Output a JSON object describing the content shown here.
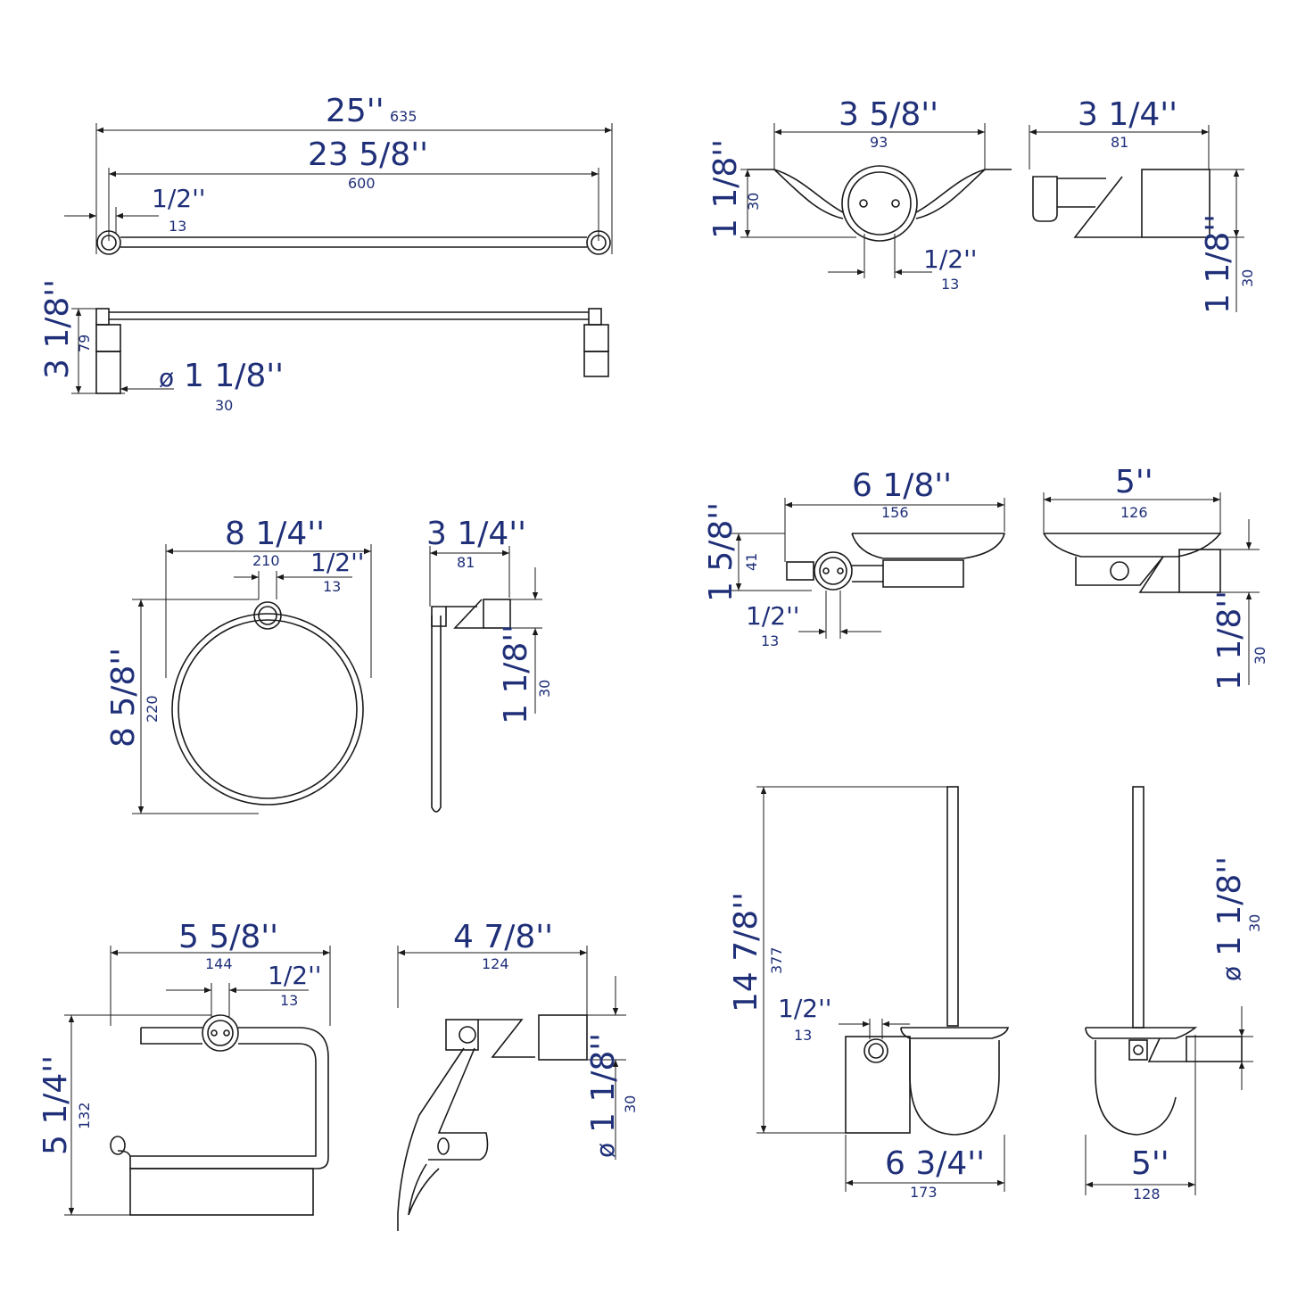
{
  "colors": {
    "dimension_text": "#1f2f78",
    "linework": "#1a1a1a",
    "background": "#ffffff"
  },
  "towel_bar": {
    "overall_in": "25''",
    "overall_mm": "635",
    "center_in": "23 5/8''",
    "center_mm": "600",
    "post_in": "1/2''",
    "post_mm": "13",
    "depth_in": "3 1/8''",
    "depth_mm": "79",
    "dia_symbol": "ø",
    "dia_in": "1 1/8''",
    "dia_mm": "30"
  },
  "robe_hook": {
    "width_in": "3 5/8''",
    "width_mm": "93",
    "height_in": "1 1/8''",
    "height_mm": "30",
    "post_in": "1/2''",
    "post_mm": "13",
    "depth_in": "3 1/4''",
    "depth_mm": "81",
    "side_h_in": "1 1/8''",
    "side_h_mm": "30"
  },
  "towel_ring": {
    "width_in": "8 1/4''",
    "ring_mm": "210",
    "post_in": "1/2''",
    "post_mm": "13",
    "height_in": "8 5/8''",
    "height_mm": "220",
    "depth_in": "3 1/4''",
    "depth_mm": "81",
    "side_h_in": "1 1/8''",
    "side_h_mm": "30"
  },
  "soap_dish": {
    "width_in": "6 1/8''",
    "width_mm": "156",
    "height_in": "1 5/8''",
    "height_mm": "41",
    "post_in": "1/2''",
    "post_mm": "13",
    "depth_in": "5''",
    "depth_mm": "126",
    "side_h_in": "1 1/8''",
    "side_h_mm": "30"
  },
  "paper_holder": {
    "width_in": "5 5/8''",
    "width_mm": "144",
    "post_in": "1/2''",
    "post_mm": "13",
    "height_in": "5 1/4''",
    "height_mm": "132",
    "depth_in": "4 7/8''",
    "depth_mm": "124",
    "dia_symbol": "ø",
    "dia_in": "1 1/8''",
    "dia_mm": "30"
  },
  "toilet_brush": {
    "height_in": "14 7/8''",
    "height_mm": "377",
    "post_in": "1/2''",
    "post_mm": "13",
    "width_in": "6 3/4''",
    "width_mm": "173",
    "depth_in": "5''",
    "depth_mm": "128",
    "dia_symbol": "ø",
    "dia_in": "1 1/8''",
    "dia_mm": "30"
  }
}
